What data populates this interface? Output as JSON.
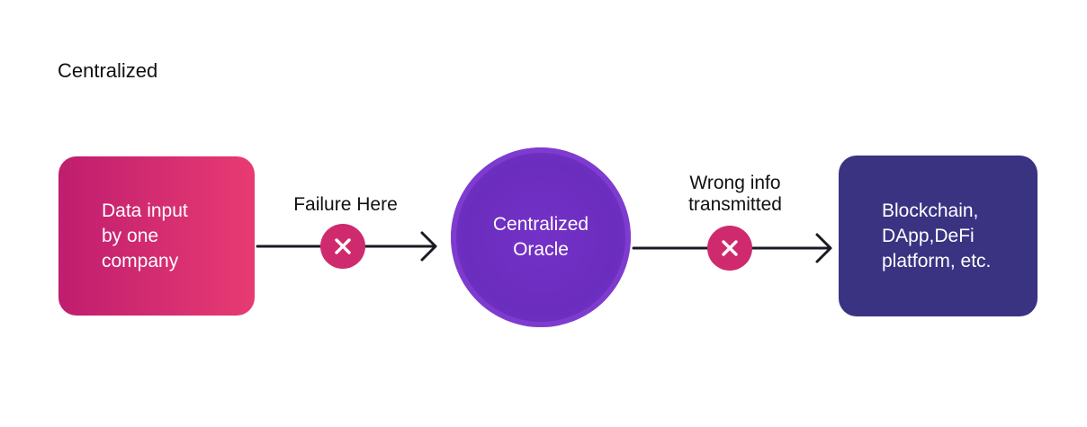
{
  "heading": "Centralized",
  "nodes": {
    "data_input": "Data input\nby one\ncompany",
    "oracle": "Centralized\nOracle",
    "blockchain": "Blockchain,\nDApp,DeFi\nplatform, etc."
  },
  "connectors": {
    "first_label": "Failure Here",
    "second_label": "Wrong info\ntransmitted"
  },
  "icons": {
    "failure_marker": "close-x-icon"
  },
  "colors": {
    "input_gradient_start": "#bf1d6f",
    "input_gradient_end": "#e83b72",
    "oracle": "#6b2dbd",
    "blockchain": "#3a3382",
    "failure_marker": "#cf2a6d",
    "arrow": "#1a1a24"
  }
}
